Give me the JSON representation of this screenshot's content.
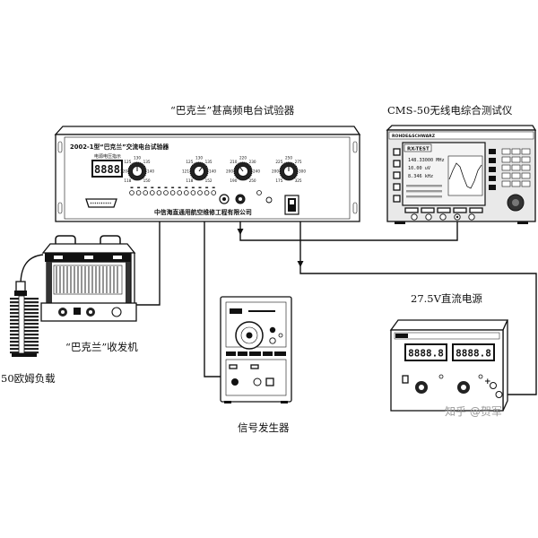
{
  "labels": {
    "test_set": "“巴克兰”甚高频电台试验器",
    "cms50": "CMS-50无线电综合测试仪",
    "dc_supply": "27.5V直流电源",
    "transceiver": "“巴克兰”收发机",
    "load": "50欧姆负载",
    "signal_generator": "信号发生器"
  },
  "watermark": "知乎 @贺军",
  "tester_panel": {
    "model_title": "2002-1型“巴克兰”交流电台试验器",
    "voltage_label": "电源电压指示",
    "voltage_display": "8888",
    "manufacturer": "中信海直通用航空维修工程有限公司",
    "knob_scales": [
      [
        "118",
        "120",
        "125",
        "130",
        "135",
        "140",
        "150"
      ],
      [
        "118",
        "121",
        "125",
        "130",
        "135",
        "140",
        "152"
      ],
      [
        "190",
        "200",
        "210",
        "220",
        "230",
        "240",
        "250"
      ],
      [
        "175",
        "200",
        "225",
        "250",
        "275",
        "300",
        "325"
      ]
    ]
  },
  "cms50_panel": {
    "brand": "ROHDE&SCHWARZ",
    "mode": "RX-TEST",
    "readings": [
      "148.33000 MHz",
      "10.00 uV",
      "8.346 kHz"
    ]
  },
  "dc_supply_panel": {
    "voltage_display": "8888.8",
    "current_display": "8888.8",
    "terminal_positive": "+"
  },
  "colors": {
    "background": "#ffffff",
    "line": "#111111",
    "watermark": "#9a9a9a"
  }
}
